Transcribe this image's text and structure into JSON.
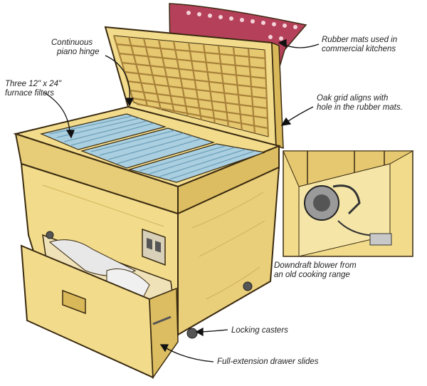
{
  "labels": {
    "piano_hinge": [
      "Continuous",
      "piano hinge"
    ],
    "filters": [
      "Three 12\" x 24\"",
      "furnace filters"
    ],
    "rubber_mats": [
      "Rubber mats used in",
      "commercial kitchens"
    ],
    "oak_grid": [
      "Oak grid aligns with",
      "hole in the rubber mats."
    ],
    "blower": [
      "Downdraft blower from",
      "an old cooking range"
    ],
    "casters": [
      "Locking casters"
    ],
    "drawer_slides": [
      "Full-extension drawer slides"
    ]
  },
  "colors": {
    "wood": "#f2dc8c",
    "wood_dark": "#d9b85a",
    "outline": "#3a2a10",
    "filter": "#a9cfe0",
    "filter_line": "#6f9fb8",
    "rubber_mat": "#b5405a",
    "shadow": "#c7b98a"
  }
}
